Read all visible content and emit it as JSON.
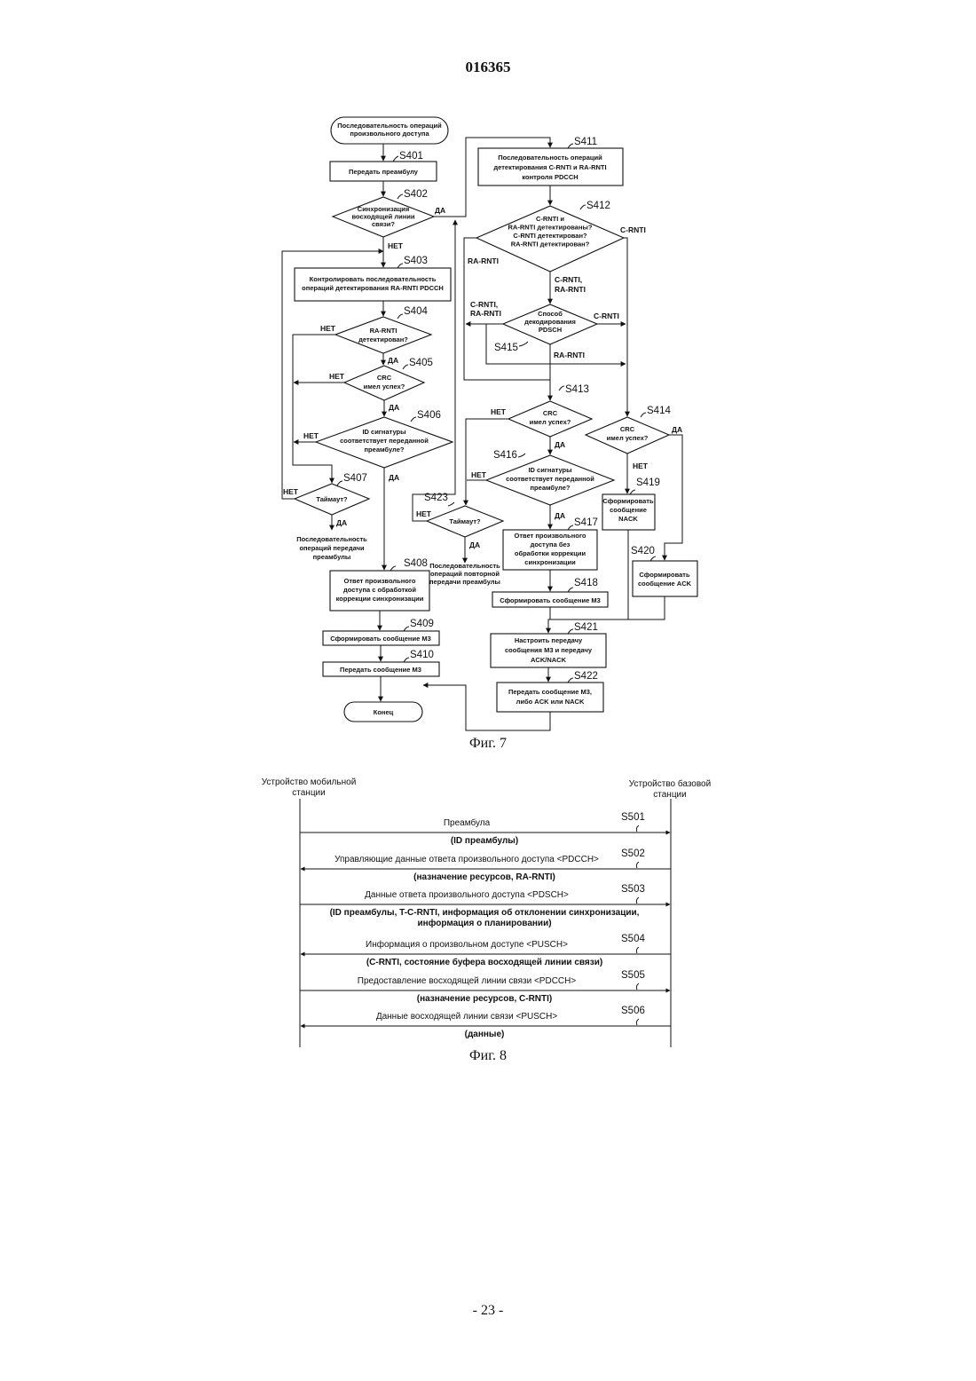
{
  "document_number": "016365",
  "figure7": {
    "caption": "Фиг. 7",
    "start": [
      "Последовательность операций",
      "произвольного доступа"
    ],
    "end": "Конец",
    "steps": {
      "s401": {
        "id": "S401",
        "lines": [
          "Передать преамбулу"
        ]
      },
      "s402": {
        "id": "S402",
        "lines": [
          "Синхронизация",
          "восходящей линии",
          "связи?"
        ]
      },
      "s403": {
        "id": "S403",
        "lines": [
          "Контролировать последовательность",
          "операций детектирования RA-RNTI PDCCH"
        ]
      },
      "s404": {
        "id": "S404",
        "lines": [
          "RA-RNTI",
          "детектирован?"
        ]
      },
      "s405": {
        "id": "S405",
        "lines": [
          "CRC",
          "имел успех?"
        ]
      },
      "s406": {
        "id": "S406",
        "lines": [
          "ID сигнатуры",
          "соответствует переданной",
          "преамбуле?"
        ]
      },
      "s407": {
        "id": "S407",
        "lines": [
          "Таймаут?"
        ]
      },
      "s408": {
        "id": "S408",
        "lines": [
          "Ответ произвольного",
          "доступа с обработкой",
          "коррекции синхронизации"
        ]
      },
      "s409": {
        "id": "S409",
        "lines": [
          "Сформировать сообщение М3"
        ]
      },
      "s410": {
        "id": "S410",
        "lines": [
          "Передать сообщение М3"
        ]
      },
      "s411": {
        "id": "S411",
        "lines": [
          "Последовательность операций",
          "детектирования C-RNTI и RA-RNTI",
          "контроля PDCCH"
        ]
      },
      "s412": {
        "id": "S412",
        "lines": [
          "C-RNTI и",
          "RA-RNTI детектированы?",
          "C-RNTI детектирован?",
          "RA-RNTI детектирован?"
        ]
      },
      "s413": {
        "id": "S413",
        "lines": [
          "CRC",
          "имел успех?"
        ]
      },
      "s414": {
        "id": "S414",
        "lines": [
          "CRC",
          "имел успех?"
        ]
      },
      "s415": {
        "id": "S415",
        "lines": [
          "Способ",
          "декодирования",
          "PDSCH"
        ]
      },
      "s416": {
        "id": "S416",
        "lines": [
          "ID сигнатуры",
          "соответствует переданной",
          "преамбуле?"
        ]
      },
      "s417": {
        "id": "S417",
        "lines": [
          "Ответ произвольного",
          "доступа без",
          "обработки коррекции",
          "синхронизации"
        ]
      },
      "s418": {
        "id": "S418",
        "lines": [
          "Сформировать сообщение М3"
        ]
      },
      "s419": {
        "id": "S419",
        "lines": [
          "Сформировать",
          "сообщение",
          "NACK"
        ]
      },
      "s420": {
        "id": "S420",
        "lines": [
          "Сформировать",
          "сообщение ACK"
        ]
      },
      "s421": {
        "id": "S421",
        "lines": [
          "Настроить передачу",
          "сообщения М3 и передачу",
          "ACK/NACK"
        ]
      },
      "s422": {
        "id": "S422",
        "lines": [
          "Передать сообщение М3,",
          "либо ACK или NACK"
        ]
      },
      "s423": {
        "id": "S423",
        "lines": [
          "Таймаут?"
        ]
      }
    },
    "labels": {
      "yes": "ДА",
      "no": "НЕТ",
      "c_rnti": "C-RNTI",
      "ra_rnti": "RA-RNTI",
      "c_rnti_ra_rnti": [
        "C-RNTI,",
        "RA-RNTI"
      ],
      "retransmit_seq": [
        "Последовательность",
        "операций передачи",
        "преамбулы"
      ],
      "repeat_seq": [
        "Последовательность",
        "операций повторной",
        "передачи преамбулы"
      ]
    }
  },
  "figure8": {
    "caption": "Фиг. 8",
    "mobile": [
      "Устройство мобильной",
      "станции"
    ],
    "base": [
      "Устройство базовой",
      "станции"
    ],
    "messages": [
      {
        "step": "S501",
        "title": "Преамбула",
        "detail": [
          "(ID преамбулы)"
        ]
      },
      {
        "step": "S502",
        "title": "Управляющие данные ответа произвольного доступа <PDCCH>",
        "detail": [
          "(назначение ресурсов, RA-RNTI)"
        ]
      },
      {
        "step": "S503",
        "title": "Данные ответа произвольного доступа <PDSCH>",
        "detail": [
          "(ID преамбулы, T-C-RNTI, информация об отклонении синхронизации,",
          "информация о планировании)"
        ]
      },
      {
        "step": "S504",
        "title": "Информация о произвольном доступе <PUSCH>",
        "detail": [
          "(C-RNTI, состояние буфера восходящей линии связи)"
        ]
      },
      {
        "step": "S505",
        "title": "Предоставление восходящей линии связи <PDCCH>",
        "detail": [
          "(назначение ресурсов, C-RNTI)"
        ]
      },
      {
        "step": "S506",
        "title": "Данные восходящей линии связи <PUSCH>",
        "detail": [
          "(данные)"
        ]
      }
    ]
  },
  "page_number": "- 23 -"
}
